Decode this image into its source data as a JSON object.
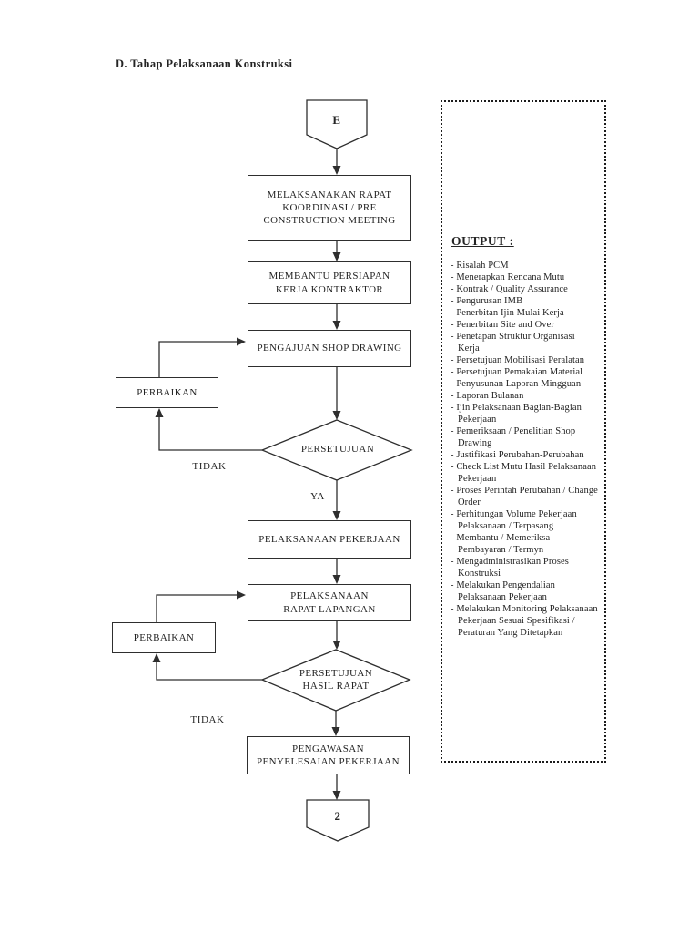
{
  "page": {
    "title": "D. Tahap Pelaksanaan Konstruksi"
  },
  "flowchart": {
    "start_connector": "E",
    "end_connector": "2",
    "boxes": {
      "pcm_meeting": "MELAKSANAKAN RAPAT\nKOORDINASI / PRE\nCONSTRUCTION MEETING",
      "persiapan_kontraktor": "MEMBANTU PERSIAPAN\nKERJA KONTRAKTOR",
      "shop_drawing": "PENGAJUAN SHOP DRAWING",
      "perbaikan_1": "PERBAIKAN",
      "pelaksanaan_pekerjaan": "PELAKSANAAN PEKERJAAN",
      "rapat_lapangan": "PELAKSANAAN\nRAPAT LAPANGAN",
      "perbaikan_2": "PERBAIKAN",
      "pengawasan": "PENGAWASAN\nPENYELESAIAN PEKERJAAN"
    },
    "decisions": {
      "persetujuan_1": "PERSETUJUAN",
      "persetujuan_2": "PERSETUJUAN\nHASIL RAPAT"
    },
    "edge_labels": {
      "tidak_1": "TIDAK",
      "ya_1": "YA",
      "tidak_2": "TIDAK"
    }
  },
  "output_panel": {
    "heading": "OUTPUT :",
    "items": [
      "- Risalah PCM",
      "- Menerapkan Rencana Mutu",
      "- Kontrak / Quality Assurance",
      "- Pengurusan IMB",
      "- Penerbitan Ijin Mulai Kerja",
      "- Penerbitan Site and Over",
      "- Penetapan Struktur Organisasi Kerja",
      "- Persetujuan Mobilisasi Peralatan",
      "- Persetujuan Pemakaian Material",
      "- Penyusunan Laporan Mingguan",
      "- Laporan Bulanan",
      "- Ijin Pelaksanaan Bagian-Bagian Pekerjaan",
      "- Pemeriksaan / Penelitian Shop Drawing",
      "- Justifikasi Perubahan-Perubahan",
      "- Check List Mutu Hasil Pelaksanaan Pekerjaan",
      "- Proses Perintah Perubahan / Change Order",
      "- Perhitungan Volume Pekerjaan Pelaksanaan / Terpasang",
      "- Membantu / Memeriksa Pembayaran / Termyn",
      "- Mengadministrasikan Proses Konstruksi",
      "- Melakukan Pengendalian Pelaksanaan Pekerjaan",
      "- Melakukan Monitoring Pelaksanaan Pekerjaan Sesuai Spesifikasi / Peraturan Yang Ditetapkan"
    ]
  }
}
